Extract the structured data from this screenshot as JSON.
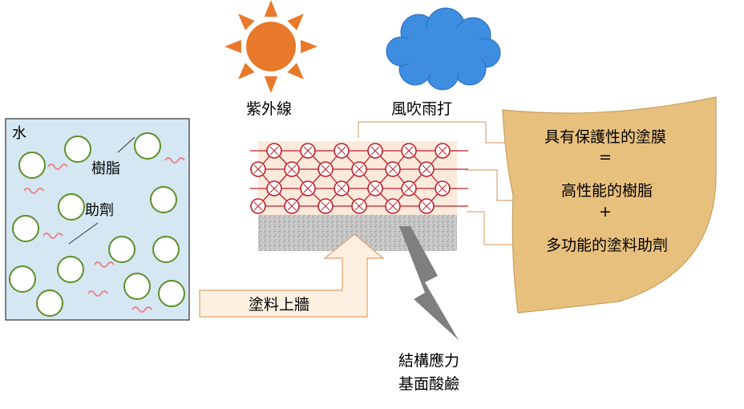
{
  "labels": {
    "water": "水",
    "resin": "樹脂",
    "additive": "助劑",
    "uv": "紫外線",
    "weather": "風吹雨打",
    "apply": "塗料上牆",
    "stress_line1": "結構應力",
    "stress_line2": "基面酸鹼",
    "shield_line1": "具有保護性的塗膜",
    "shield_eq": "=",
    "shield_line2": "高性能的樹脂",
    "shield_plus": "+",
    "shield_line3": "多功能的塗料助劑"
  },
  "colors": {
    "sun": "#e8792a",
    "cloud": "#3d8de0",
    "tank_fill": "#d5e7f2",
    "resin_ring": "#5e8f2a",
    "additive_squiggle": "#e8868a",
    "mesh_red": "#c0202a",
    "substrate_gray": "#b8b8b8",
    "arrow_fill": "#fdf0e0",
    "arrow_stroke": "#e0a070",
    "leader": "#d9a877",
    "shield_fill": "#e8c07e",
    "bolt_gray": "#7f7f7f"
  }
}
